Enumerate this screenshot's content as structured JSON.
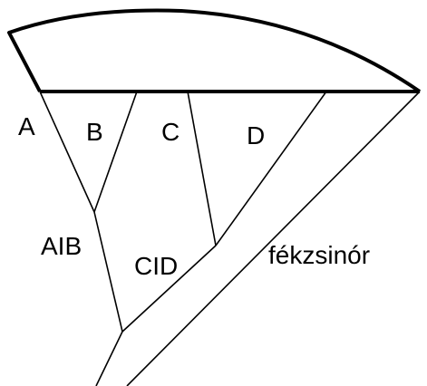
{
  "labels": {
    "a": "A",
    "b": "B",
    "c": "C",
    "d": "D",
    "ab": "AIB",
    "cd": "CID",
    "fekzsinor": "fékzsinór"
  },
  "colors": {
    "line": "#000000",
    "background": "#ffffff"
  }
}
